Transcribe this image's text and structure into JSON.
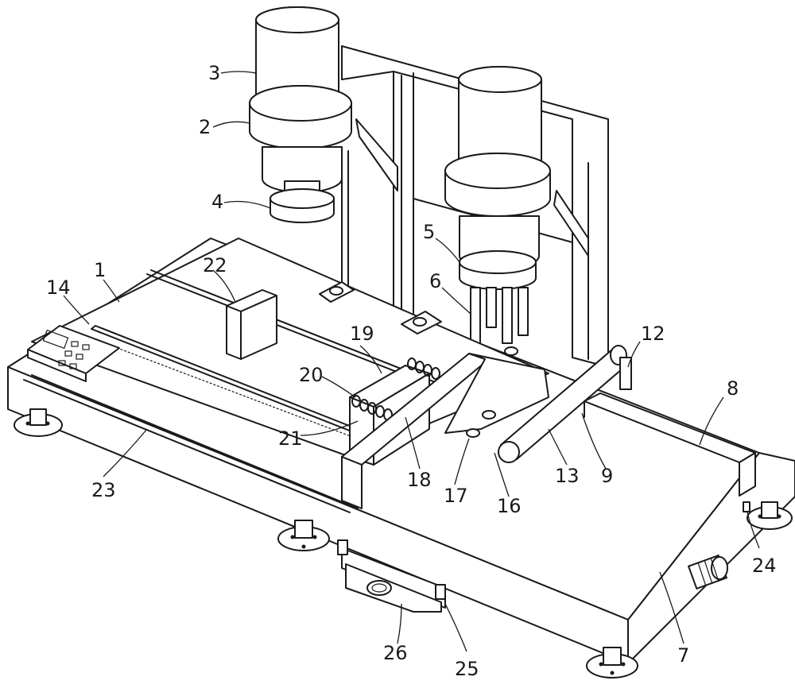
{
  "labels": {
    "l1": "1",
    "l2": "2",
    "l3": "3",
    "l4": "4",
    "l5": "5",
    "l6": "6",
    "l7": "7",
    "l8": "8",
    "l9": "9",
    "l12": "12",
    "l13": "13",
    "l14": "14",
    "l16": "16",
    "l17": "17",
    "l18": "18",
    "l19": "19",
    "l20": "20",
    "l21": "21",
    "l22": "22",
    "l23": "23",
    "l24": "24",
    "l25": "25",
    "l26": "26"
  }
}
